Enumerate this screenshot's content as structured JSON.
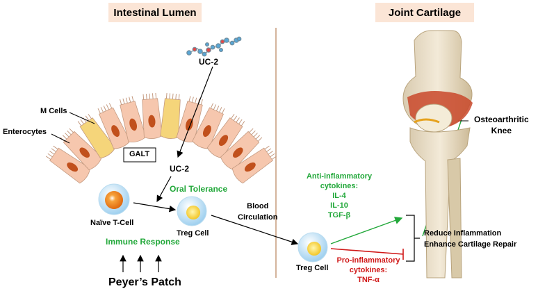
{
  "headers": {
    "left": "Intestinal Lumen",
    "right": "Joint Cartilage"
  },
  "labels": {
    "uc2_top": "UC-2",
    "uc2_mid": "UC-2",
    "m_cells": "M Cells",
    "enterocytes": "Enterocytes",
    "galt": "GALT",
    "oral_tolerance": "Oral Tolerance",
    "naive_tcell": "Naïve T-Cell",
    "treg_cell_1": "Treg Cell",
    "immune_response": "Immune Response",
    "peyers_patch": "Peyer’s Patch",
    "blood_circulation_1": "Blood",
    "blood_circulation_2": "Circulation",
    "treg_cell_2": "Treg Cell",
    "anti_inflammatory": [
      "Anti-inflammatory",
      "cytokines:",
      "IL-4",
      "IL-10",
      "TGF-β"
    ],
    "pro_inflammatory": [
      "Pro-inflammatory",
      "cytokines:",
      "TNF-α"
    ],
    "outcomes": [
      "Reduce Inflammation",
      "Enhance Cartilage Repair"
    ],
    "knee_label": [
      "Osteoarthritic",
      "Knee"
    ]
  },
  "colors": {
    "header_bg": "#fbe5d6",
    "green": "#22a83a",
    "red": "#d01818",
    "divider": "#b7825a",
    "enterocyte": "#f6c7ae",
    "m_cell": "#f5d57a",
    "nucleus": "#c1501c"
  }
}
